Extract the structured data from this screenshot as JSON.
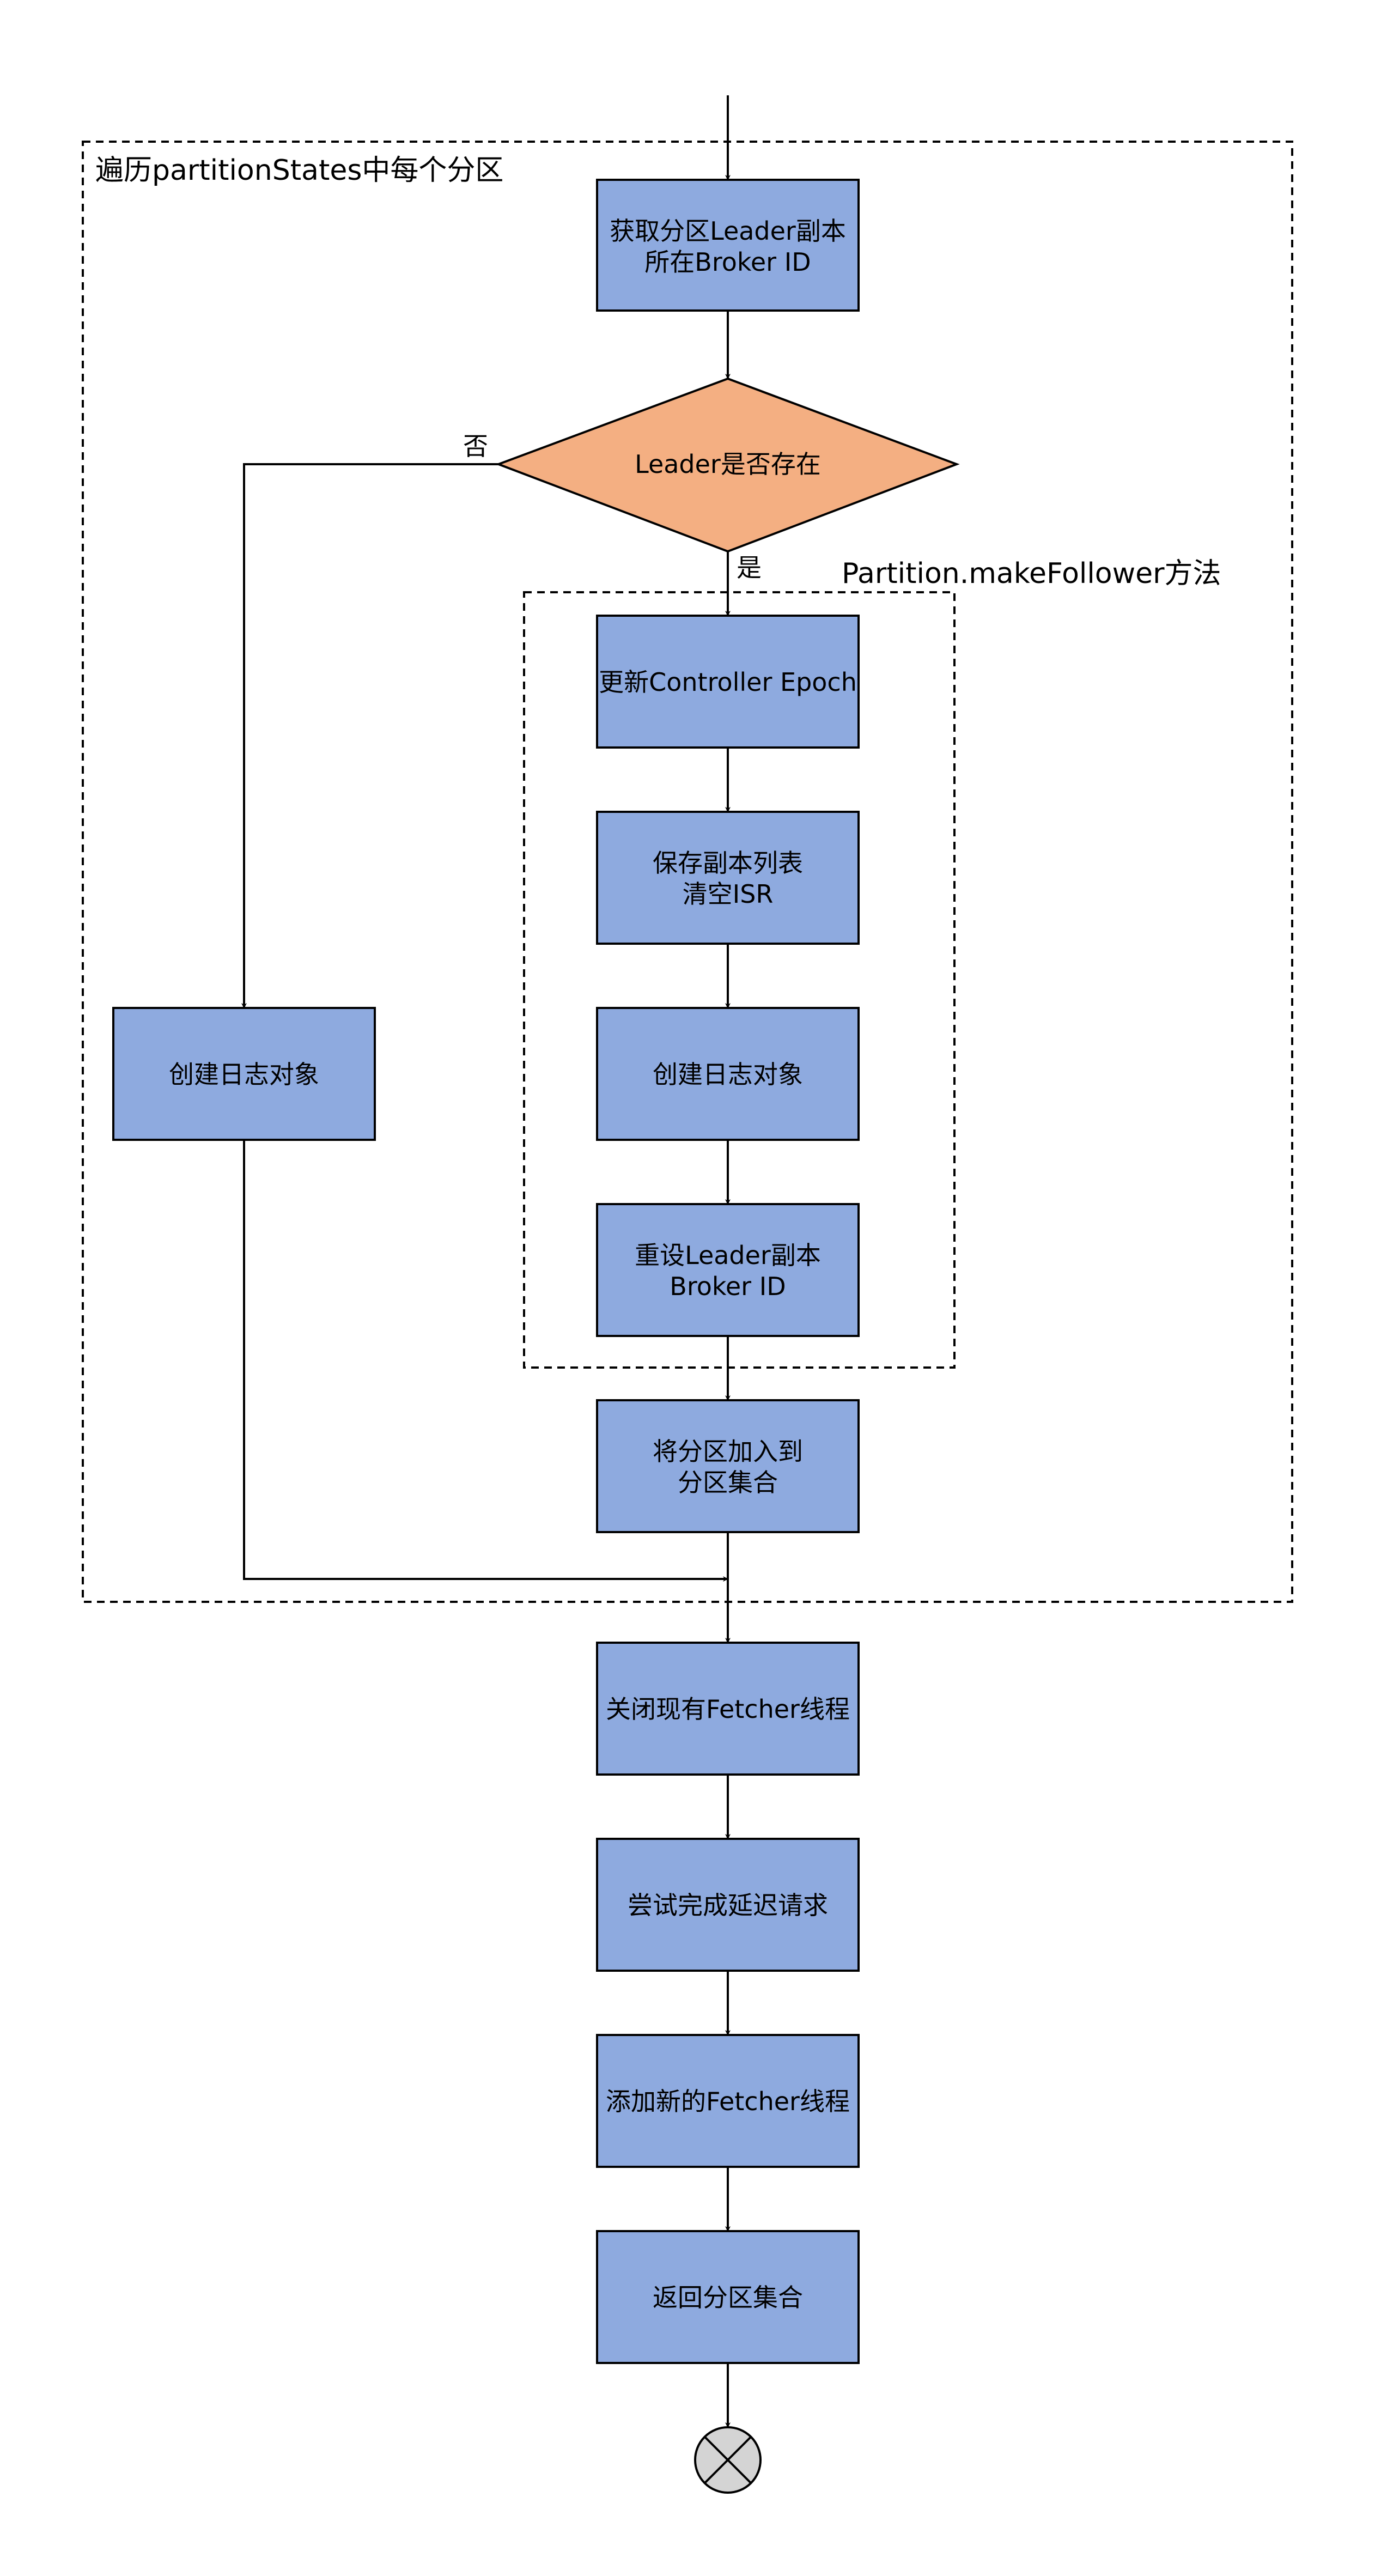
{
  "colors": {
    "process_fill": "#8eaadf",
    "decision_fill": "#f4af82",
    "terminator_fill": "#d4d4d4",
    "stroke": "#000000"
  },
  "groups": {
    "outer_label": "遍历partitionStates中每个分区",
    "inner_label": "Partition.makeFollower方法"
  },
  "nodes": {
    "get_leader": [
      "获取分区Leader副本",
      "所在Broker ID"
    ],
    "leader_exists": "Leader是否存在",
    "update_epoch": "更新Controller Epoch",
    "save_replicas": [
      "保存副本列表",
      "清空ISR"
    ],
    "create_log_inner": "创建日志对象",
    "reset_leader": [
      "重设Leader副本",
      "Broker ID"
    ],
    "add_to_set": [
      "将分区加入到",
      "分区集合"
    ],
    "create_log_left": "创建日志对象",
    "close_fetcher": "关闭现有Fetcher线程",
    "try_delayed": "尝试完成延迟请求",
    "add_fetcher": "添加新的Fetcher线程",
    "return_set": "返回分区集合",
    "end_icon": "end-terminator"
  },
  "edges": {
    "yes": "是",
    "no": "否"
  }
}
